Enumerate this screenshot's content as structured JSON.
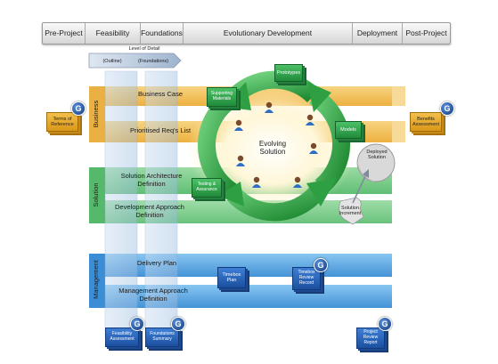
{
  "phases": [
    "Pre-Project",
    "Feasibility",
    "Foundations",
    "Evolutionary Development",
    "Deployment",
    "Post-Project"
  ],
  "level_of_detail": {
    "title": "Level of Detail",
    "left": "(Outline)",
    "right": "(Foundations)"
  },
  "bands": {
    "business": "Business",
    "solution": "Solution",
    "management": "Management"
  },
  "products": {
    "business_case": "Business Case",
    "prioritised_reqs": "Prioritised Req's List",
    "solution_architecture": "Solution Architecture Definition",
    "development_approach": "Development Approach Definition",
    "delivery_plan": "Delivery Plan",
    "management_approach": "Management Approach Definition"
  },
  "cycle": {
    "center": "Evolving Solution",
    "supporting_materials": "Supporting Materials",
    "prototypes": "Prototypes",
    "models": "Models",
    "testing_assurance": "Testing & Assurance"
  },
  "documents": {
    "terms_of_reference": "Terms of Reference",
    "benefits_assessment": "Benefits Assessment",
    "deployed_solution": "Deployed Solution",
    "solution_increment": "Solution Increment",
    "timebox_plan": "Timebox Plan",
    "timebox_review_record": "Timebox Review Record",
    "feasibility_assessment": "Feasibility Assessment",
    "foundations_summary": "Foundations Summary",
    "project_review_report": "Project Review Report"
  },
  "badge_letter": "G",
  "colors": {
    "business": "#f0b53a",
    "solution": "#5cc06e",
    "management": "#3c93d9",
    "cycle": "#3daf4a",
    "badge": "#1c4f9e"
  }
}
